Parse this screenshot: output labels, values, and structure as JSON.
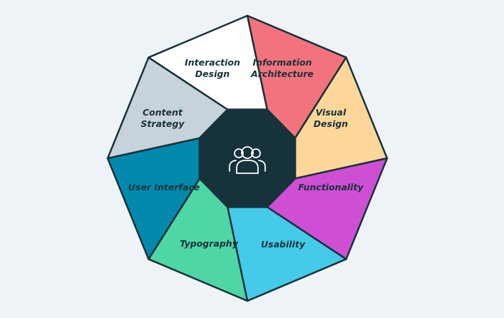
{
  "diagram": {
    "center_icon": "users-group-icon",
    "segments": [
      {
        "id": "information-architecture",
        "lines": [
          "Information",
          "Architecture"
        ],
        "color": "#f2737d"
      },
      {
        "id": "visual-design",
        "lines": [
          "Visual",
          "Design"
        ],
        "color": "#fdd79a"
      },
      {
        "id": "functionality",
        "lines": [
          "Functionality"
        ],
        "color": "#ce4fd3"
      },
      {
        "id": "usability",
        "lines": [
          "Usability"
        ],
        "color": "#44cbe9"
      },
      {
        "id": "typography",
        "lines": [
          "Typography"
        ],
        "color": "#4fd6a5"
      },
      {
        "id": "user-interface",
        "lines": [
          "User Interface"
        ],
        "color": "#0389ab"
      },
      {
        "id": "content-strategy",
        "lines": [
          "Content",
          "Strategy"
        ],
        "color": "#c8d2da"
      },
      {
        "id": "interaction-design",
        "lines": [
          "Interaction",
          "Design"
        ],
        "color": "#ffffff"
      }
    ],
    "colors": {
      "background": "#eef3f8",
      "outline": "#16333b",
      "center": "#16333b",
      "icon": "#ffffff"
    }
  }
}
